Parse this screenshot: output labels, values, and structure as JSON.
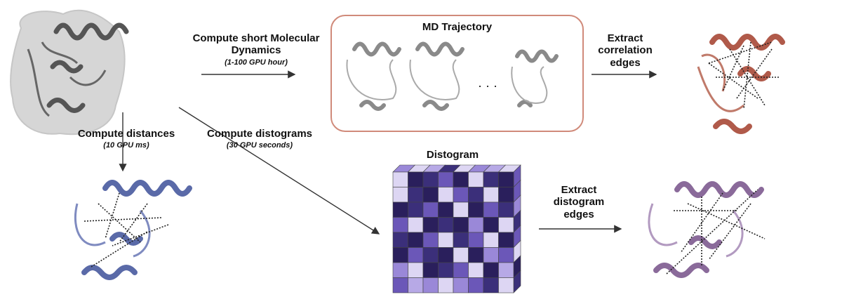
{
  "steps": {
    "md": {
      "title": "Compute short Molecular Dynamics",
      "cost": "(1-100 GPU hour)"
    },
    "distances": {
      "title": "Compute distances",
      "cost": "(10 GPU ms)"
    },
    "distograms": {
      "title": "Compute distograms",
      "cost": "(30 GPU seconds)"
    },
    "correlation_edges": {
      "line1": "Extract",
      "line2": "correlation",
      "line3": "edges"
    },
    "distogram_edges": {
      "line1": "Extract",
      "line2": "distogram",
      "line3": "edges"
    }
  },
  "panels": {
    "trajectory": {
      "title": "MD Trajectory",
      "ellipsis": "· · ·"
    },
    "distogram": {
      "title": "Distogram"
    }
  },
  "colors": {
    "input_protein": "#7f7f7f",
    "md_protein": "#b05a4a",
    "distance_protein": "#5a6aa8",
    "distogram_protein": "#8a6a9a",
    "trajectory_border": "#d08a7a",
    "distogram_dark": "#2a1f5c",
    "distogram_mid": "#6b57b8",
    "distogram_light": "#ddd6f3"
  }
}
